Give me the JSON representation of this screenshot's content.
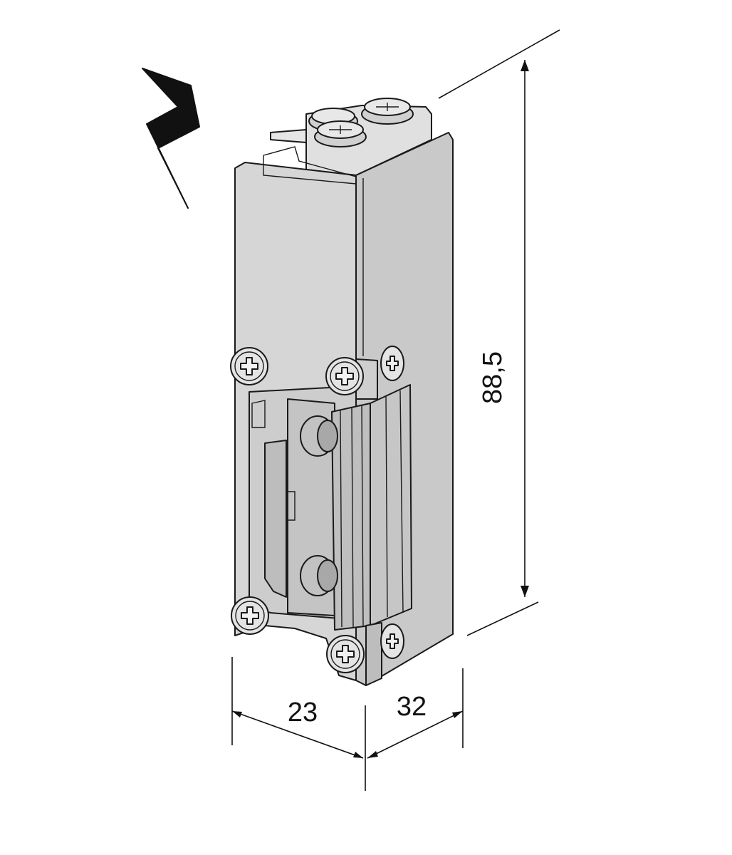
{
  "drawing": {
    "dimensions": {
      "width": "23",
      "depth": "32",
      "height": "88,5"
    },
    "colors": {
      "body": "#d4d4d4",
      "side": "#c8c8c8",
      "top": "#e2e2e2",
      "dark_part": "#b9b9b9",
      "outline": "#1a1a1a",
      "symbol": "#111111"
    },
    "symbol": "lightning-bolt-icon",
    "screws": [
      "phillips-screw-icon",
      "phillips-screw-icon",
      "phillips-screw-icon",
      "phillips-screw-icon",
      "phillips-screw-icon",
      "phillips-screw-icon"
    ]
  }
}
